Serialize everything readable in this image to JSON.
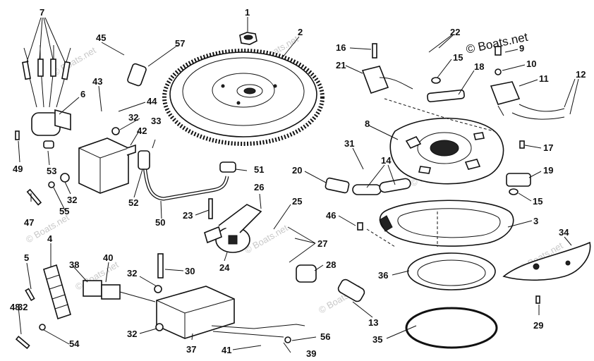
{
  "watermarks": [
    "© Boats.net",
    "© Boats.net",
    "© Boats.net",
    "© Boats.net",
    "© Boats.net",
    "© Boats.net",
    "© Boats.net",
    "© Boats.net"
  ],
  "corner_watermark": "© Boats.net",
  "callouts": [
    "1",
    "2",
    "3",
    "4",
    "5",
    "6",
    "7",
    "8",
    "9",
    "10",
    "11",
    "12",
    "13",
    "14",
    "15",
    "15",
    "16",
    "17",
    "18",
    "19",
    "20",
    "21",
    "22",
    "23",
    "24",
    "25",
    "26",
    "27",
    "28",
    "29",
    "30",
    "31",
    "32",
    "32",
    "32",
    "32",
    "32",
    "33",
    "34",
    "35",
    "36",
    "37",
    "38",
    "39",
    "40",
    "41",
    "42",
    "43",
    "44",
    "45",
    "46",
    "47",
    "48",
    "49",
    "50",
    "51",
    "52",
    "53",
    "54",
    "55",
    "56",
    "57"
  ]
}
